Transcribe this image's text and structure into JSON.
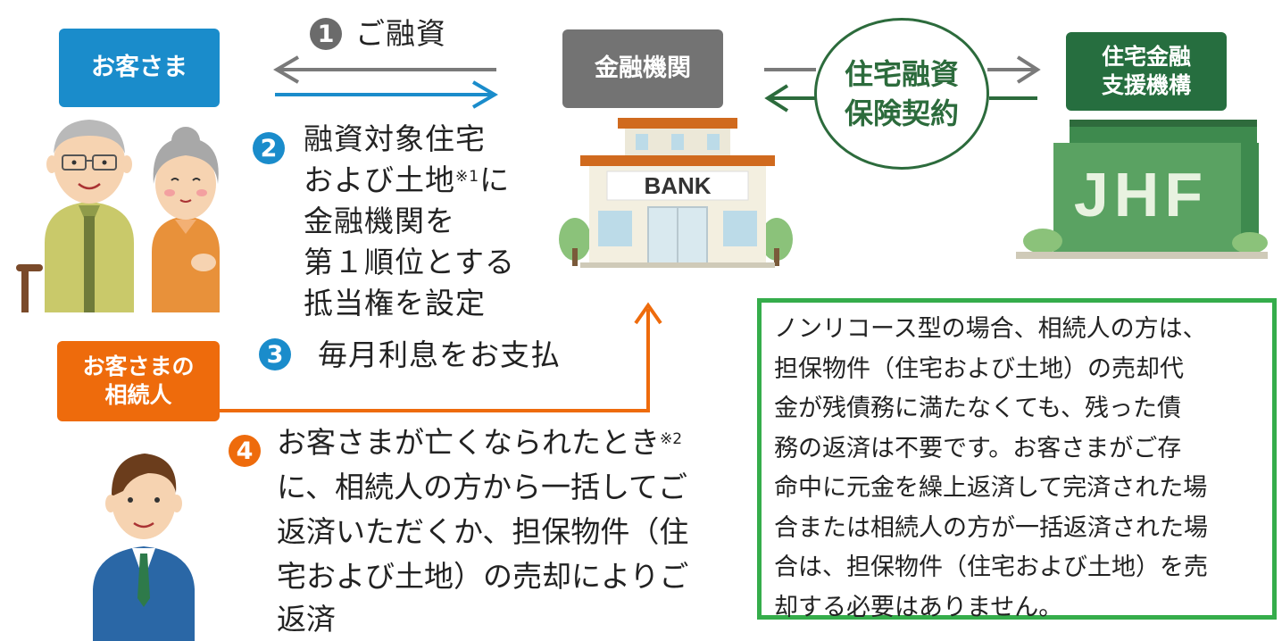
{
  "parties": {
    "customer": "お客さま",
    "heir_line1": "お客さまの",
    "heir_line2": "相続人",
    "bank": "金融機関",
    "jhf_line1": "住宅金融",
    "jhf_line2": "支援機構",
    "insurance_line1": "住宅融資",
    "insurance_line2": "保険契約"
  },
  "steps": {
    "s1": {
      "num": "1",
      "text": "ご融資"
    },
    "s2": {
      "num": "2",
      "line1": "融資対象住宅",
      "line2a": "および土地",
      "line2sup": "※1",
      "line2b": "に",
      "line3": "金融機関を",
      "line4": "第１順位とする",
      "line5": "抵当権を設定"
    },
    "s3": {
      "num": "3",
      "text": "毎月利息をお支払"
    },
    "s4": {
      "num": "4",
      "line1": "お客さまが亡くなられたとき",
      "line1sup": "※2",
      "line2": "に、相続人の方から一括してご",
      "line3": "返済いただくか、担保物件（住",
      "line4": "宅および土地）の売却によりご",
      "line5": "返済"
    }
  },
  "signs": {
    "bank": "BANK",
    "jhf": "JHF"
  },
  "note_lines": [
    "ノンリコース型の場合、相続人の方は、",
    "担保物件（住宅および土地）の売却代",
    "金が残債務に満たなくても、残った債",
    "務の返済は不要です。お客さまがご存",
    "命中に元金を繰上返済して完済された場",
    "合または相続人の方が一括返済された場",
    "合は、担保物件（住宅および土地）を売",
    "却する必要はありません。"
  ],
  "colors": {
    "customer": "#1a8ccb",
    "heir": "#ee6b0c",
    "bank": "#737373",
    "jhf": "#266e3f",
    "note_border": "#35ad4b",
    "arrow_gray": "#7a7a7a",
    "arrow_blue": "#1a8ccb",
    "arrow_green": "#2c6b3c"
  }
}
